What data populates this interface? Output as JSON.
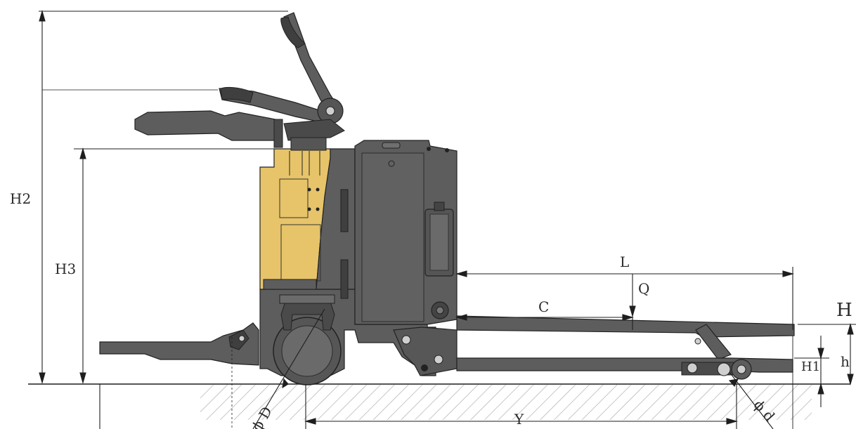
{
  "labels": {
    "h2": "H2",
    "h3": "H3",
    "l": "L",
    "q": "Q",
    "c": "C",
    "h_upper": "H",
    "h1": "H1",
    "h_lower": "h",
    "phi_d_upper": "ϕ D",
    "phi_d_lower": "ϕ d",
    "y": "Y"
  },
  "colors": {
    "body": "#5d5d5d",
    "body_dark": "#3f3f3f",
    "battery": "#e7c46a",
    "outline": "#222222",
    "dimension_line": "#1e1e1e",
    "ground_hatch": "#9a9a9a"
  }
}
